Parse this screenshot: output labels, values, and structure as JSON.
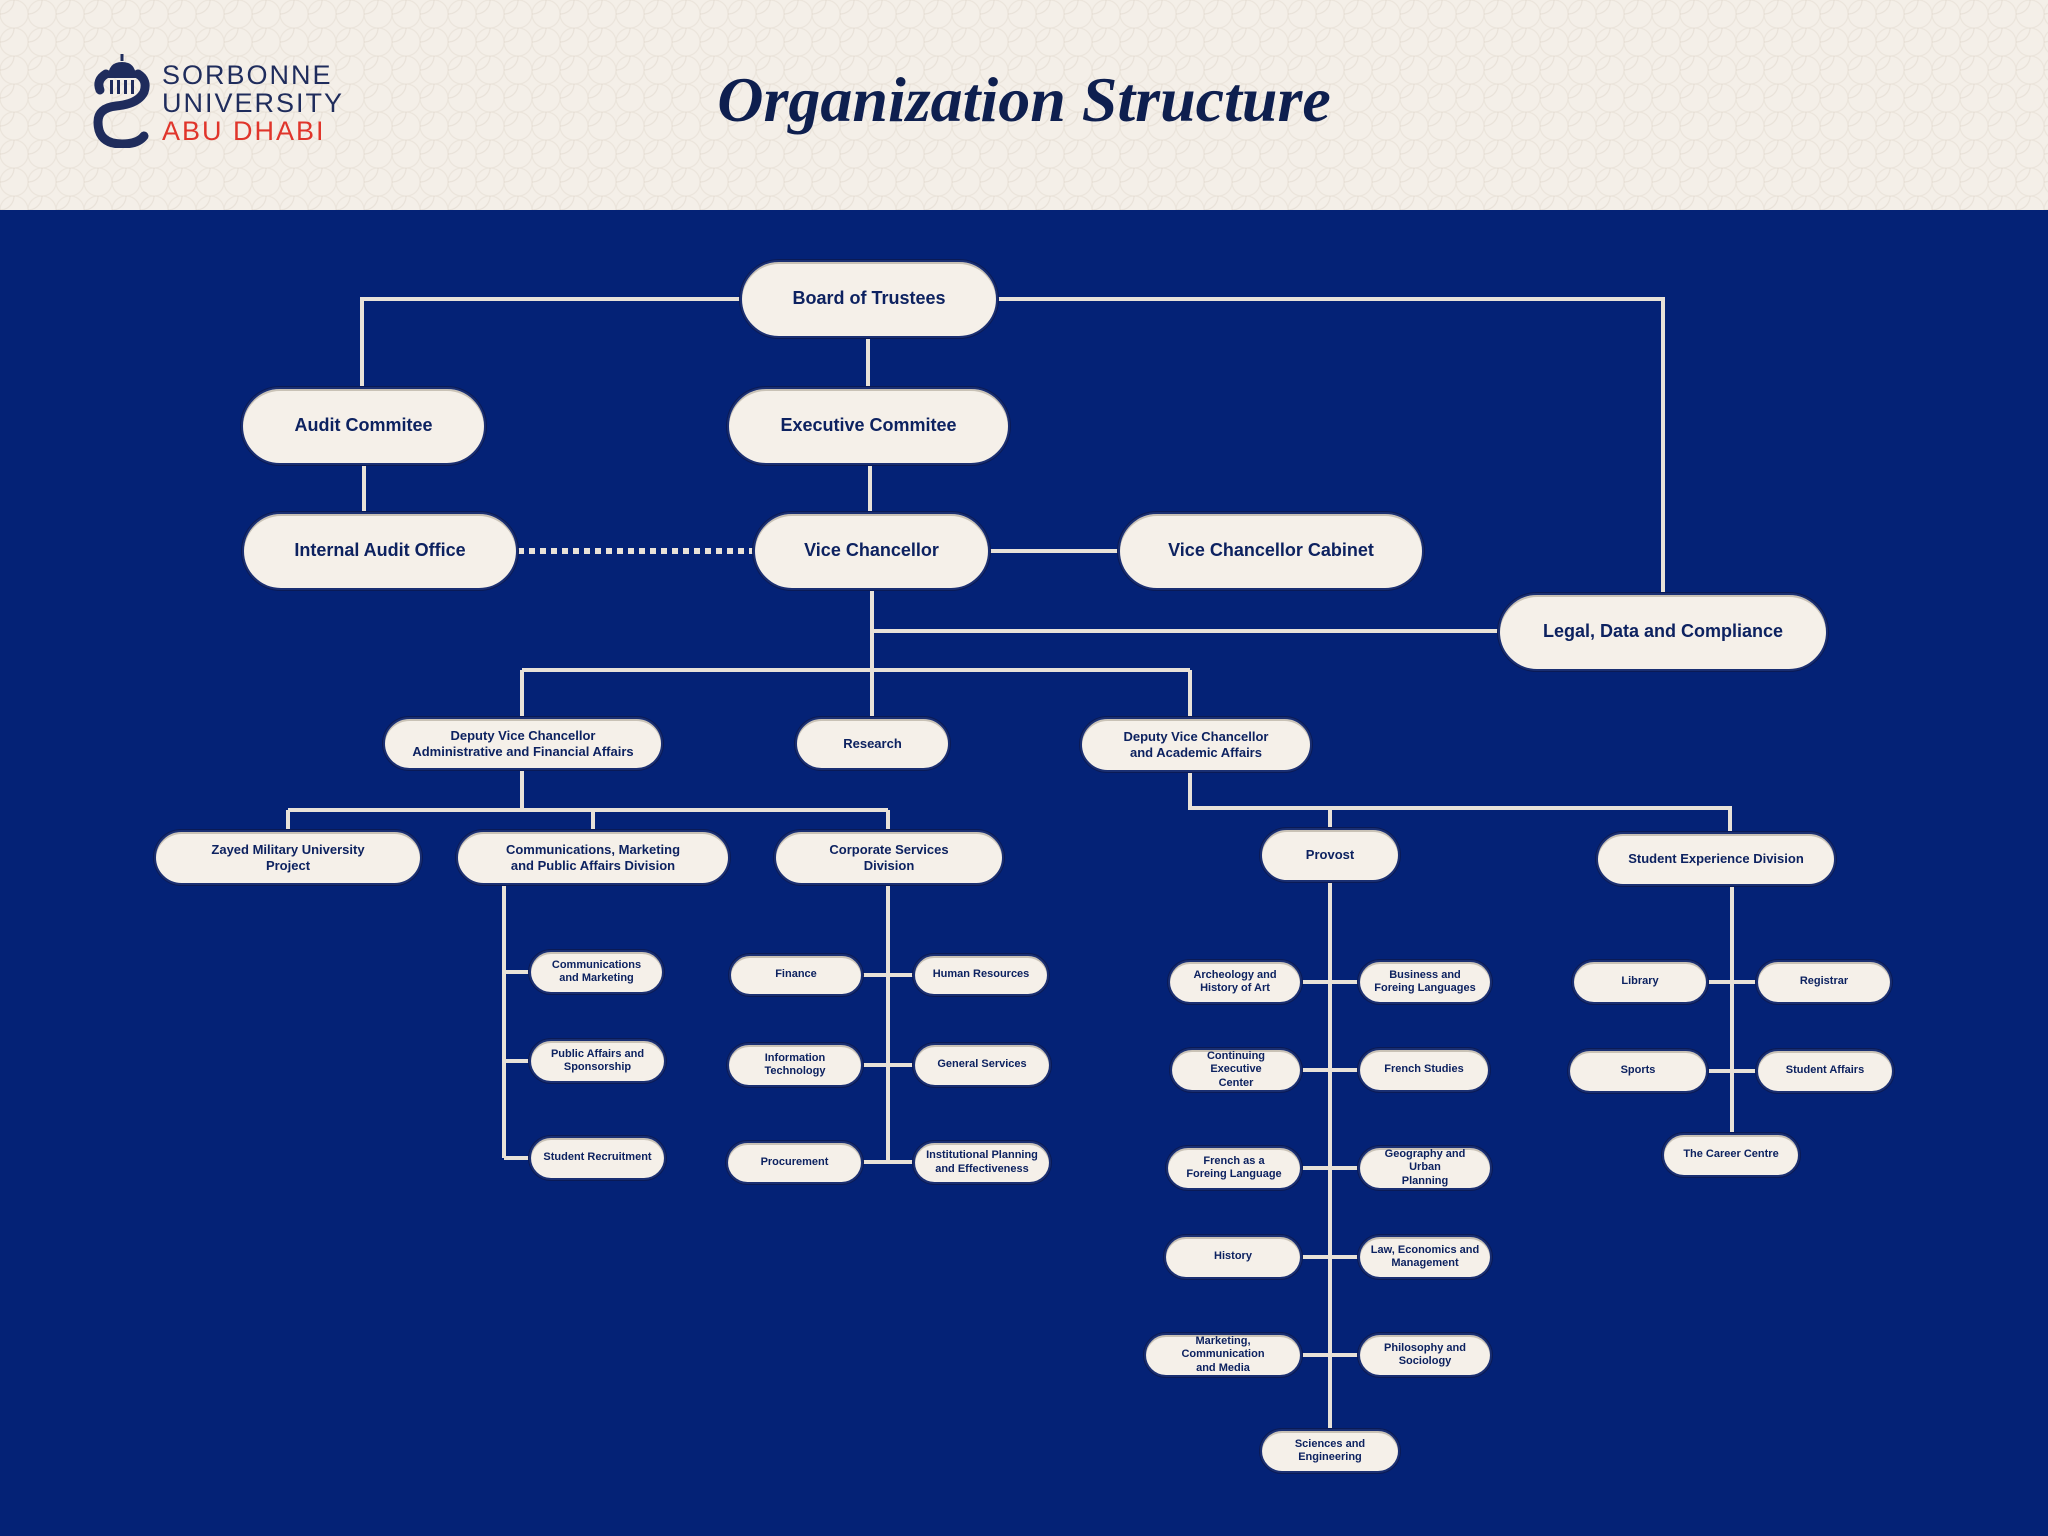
{
  "header": {
    "logo": {
      "line1": "SORBONNE",
      "line2": "UNIVERSITY",
      "line3": "ABU DHABI",
      "icon": "dome-s-emblem-icon",
      "colors": {
        "navy": "#1f2c5c",
        "red": "#e0352b"
      }
    },
    "title": "Organization Structure"
  },
  "colors": {
    "background": "#042276",
    "node_fill": "#f5f0e9",
    "node_text": "#0d2260",
    "connector": "#e8e2d8"
  },
  "nodes": {
    "board_of_trustees": "Board of Trustees",
    "audit_committee": "Audit Commitee",
    "executive_committee": "Executive Commitee",
    "internal_audit_office": "Internal Audit Office",
    "vice_chancellor": "Vice Chancellor",
    "vice_chancellor_cabinet": "Vice Chancellor Cabinet",
    "legal_data_compliance": "Legal, Data and Compliance",
    "dvc_admin_financial": "Deputy Vice Chancellor\nAdministrative and Financial Affairs",
    "research": "Research",
    "dvc_academic": "Deputy Vice Chancellor\nand Academic Affairs",
    "zayed_military": "Zayed Military University\nProject",
    "comms_marketing_pa_division": "Communications, Marketing\nand Public Affairs Division",
    "corporate_services_division": "Corporate Services\nDivision",
    "provost": "Provost",
    "student_experience_division": "Student Experience Division",
    "communications_and_marketing": "Communications\nand Marketing",
    "public_affairs_sponsorship": "Public Affairs and\nSponsorship",
    "student_recruitment": "Student Recruitment",
    "finance": "Finance",
    "human_resources": "Human Resources",
    "information_technology": "Information Technology",
    "general_services": "General Services",
    "procurement": "Procurement",
    "institutional_planning": "Institutional Planning\nand Effectiveness",
    "archeology_history_art": "Archeology and\nHistory of Art",
    "business_foreign_languages": "Business and\nForeing Languages",
    "continuing_executive_center": "Continuing Executive\nCenter",
    "french_studies": "French Studies",
    "french_foreign_language": "French as a\nForeing Language",
    "geography_urban_planning": "Geography and Urban\nPlanning",
    "history": "History",
    "law_economics_management": "Law, Economics and\nManagement",
    "marketing_communication_media": "Marketing, Communication\nand Media",
    "philosophy_sociology": "Philosophy and\nSociology",
    "sciences_engineering": "Sciences and\nEngineering",
    "library": "Library",
    "registrar": "Registrar",
    "sports": "Sports",
    "student_affairs": "Student Affairs",
    "career_centre": "The Career Centre"
  }
}
